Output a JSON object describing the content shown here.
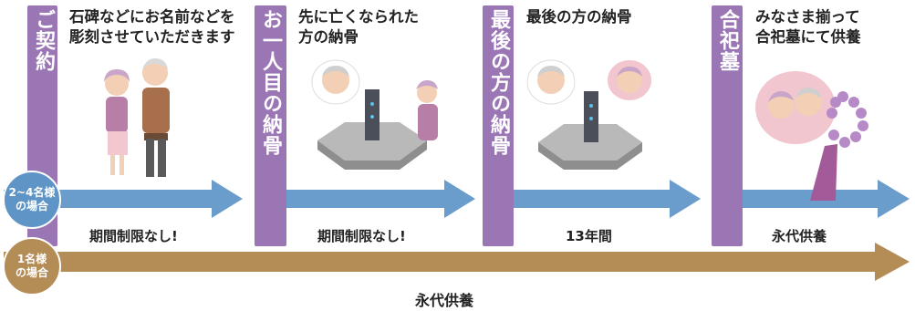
{
  "stages": [
    {
      "title": "ご契約",
      "desc": [
        "石碑などにお名前などを",
        "彫刻させていただきます"
      ]
    },
    {
      "title": "お一人目の納骨",
      "desc": [
        "先に亡くなられた",
        "方の納骨"
      ]
    },
    {
      "title": "最後の方の納骨",
      "desc": [
        "最後の方の納骨"
      ]
    },
    {
      "title": "合祀墓",
      "desc": [
        "みなさま揃って",
        "合祀墓にて供養"
      ]
    }
  ],
  "rows": {
    "multi": {
      "badge_line1": "2~4名様",
      "badge_line2": "の場合",
      "periods": [
        "期間制限なし!",
        "期間制限なし!",
        "13年間",
        "永代供養"
      ]
    },
    "single": {
      "badge_line1": "1名様",
      "badge_line2": "の場合",
      "period": "永代供養"
    }
  },
  "colors": {
    "stage_band": "#9a76b5",
    "blue_arrow": "#6a9ccc",
    "gold_arrow": "#b48c55"
  }
}
